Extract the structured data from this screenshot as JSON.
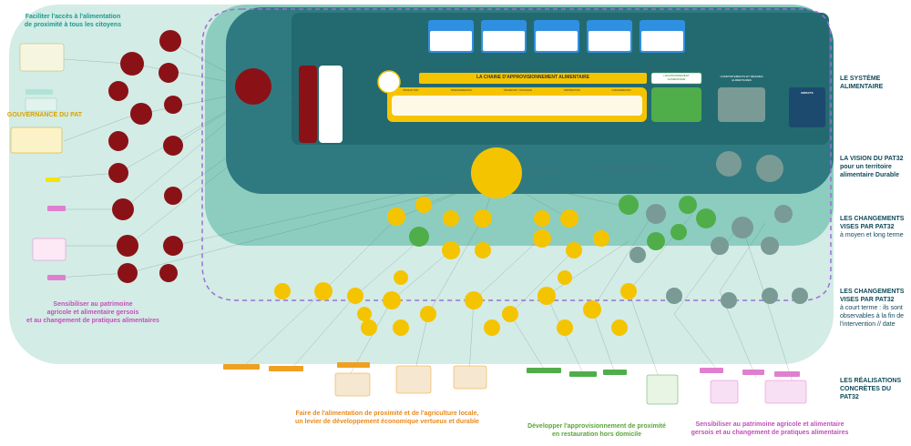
{
  "colors": {
    "outer_bg": "#d3ece6",
    "mid_bg": "#8ccdc0",
    "system_bg": "#2f7a80",
    "dark_red": "#8a1217",
    "yellow": "#f5c400",
    "orange": "#f0a020",
    "green": "#4fae4a",
    "grey": "#7a9a96",
    "purple_dash": "#9b6fd6",
    "blue_box": "#2f8fe0",
    "impact": "#1c4a6e",
    "teal_text": "#1b9a8c",
    "gold_text": "#d9a300",
    "pink_text": "#c44fb9",
    "orange_text": "#e88a1e",
    "green_text": "#5aa63a"
  },
  "themes": {
    "acces": "Faciliter l'accès à l'alimentation\nde proximité à tous les citoyens",
    "gouvernance": "GOUVERNANCE DU PAT",
    "sensibiliser_left": "Sensibiliser au patrimoine\nagricole et alimentaire gersois\net au changement de pratiques alimentaires",
    "faire": "Faire de l'alimentation de proximité et de l'agriculture locale,\nun levier de développement économique vertueux et durable",
    "developper": "Développer l'approvisionnement de proximité\nen restauration hors domicile",
    "sensibiliser_bottom": "Sensibiliser au patrimoine agricole et alimentaire\ngersois et au changement de pratiques alimentaires"
  },
  "right_labels": {
    "systeme_title": "LE SYSTÈME\nALIMENTAIRE",
    "vision_title": "LA VISION DU PAT32\npour un territoire\nalimentaire Durable",
    "changements_mlt_title": "LES CHANGEMENTS\nVISES PAR PAT32",
    "changements_mlt_sub": "à moyen et long terme",
    "changements_ct_title": "LES CHANGEMENTS\nVISES PAR PAT32",
    "changements_ct_sub": "à court terme : ils sont\nobservables à la fin de\nl'intervention // date",
    "realisations_title": "LES RÉALISATIONS\nCONCRÈTES DU PAT32"
  },
  "system": {
    "chain_title": "LA CHAINE D'APPROVISIONNEMENT ALIMENTAIRE",
    "environment": "L'ENVIRONNEMENT\nALIMENTAIRE",
    "competences": "COMPORTEMENTS ET RÉGIMES\nALIMENTAIRES",
    "impacts": "IMPACTS",
    "chain_steps": [
      "PRODUCTION",
      "TRANSFORMATION",
      "TRANSPORT / STOCKAGE",
      "DISTRIBUTION",
      "CONSOMMATION"
    ]
  }
}
